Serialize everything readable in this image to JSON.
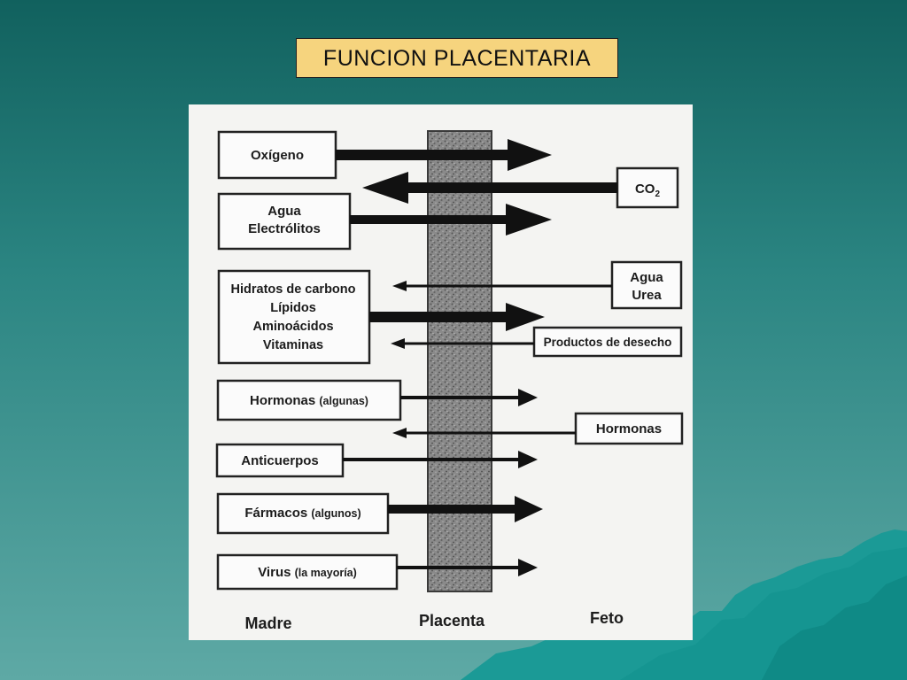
{
  "slide": {
    "title": "FUNCION  PLACENTARIA"
  },
  "diagram": {
    "columns": {
      "mother": "Madre",
      "placenta": "Placenta",
      "fetus": "Feto"
    },
    "mother_side": {
      "oxygen": "Oxígeno",
      "water_electrolytes": [
        "Agua",
        "Electrólitos"
      ],
      "nutrients": [
        "Hidratos de carbono",
        "Lípidos",
        "Aminoácidos",
        "Vitaminas"
      ],
      "hormones": "Hormonas",
      "hormones_note": "(algunas)",
      "antibodies": "Anticuerpos",
      "drugs": "Fármacos",
      "drugs_note": "(algunos)",
      "viruses": "Virus",
      "viruses_note": "(la mayoría)"
    },
    "fetus_side": {
      "co2": "CO",
      "co2_sub": "2",
      "water_urea": [
        "Agua",
        "Urea"
      ],
      "waste": "Productos de desecho",
      "hormones": "Hormonas"
    }
  }
}
